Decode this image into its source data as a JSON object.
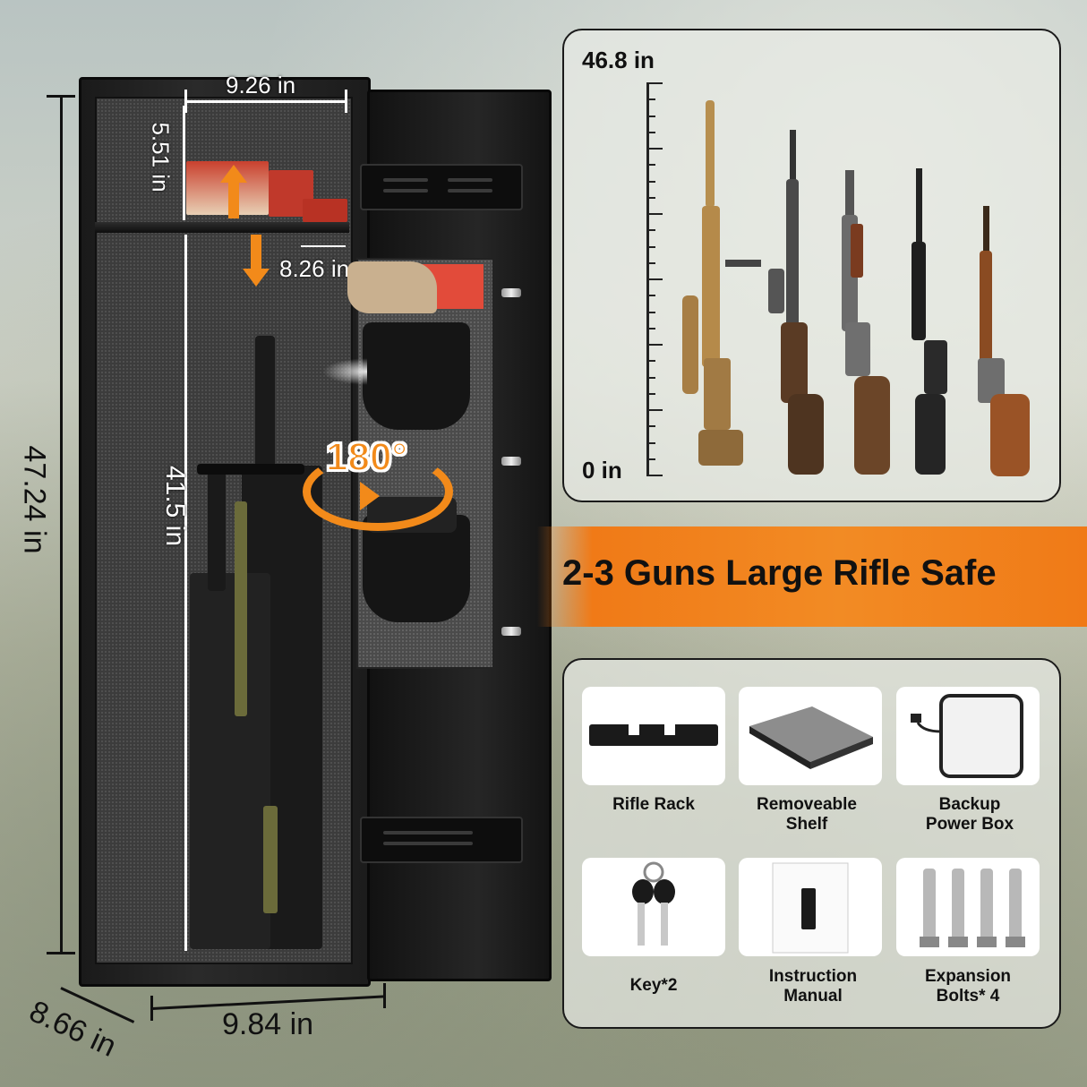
{
  "dimensions": {
    "inner_width": "9.26 in",
    "shelf_height": "5.51 in",
    "shelf_depth": "8.26 in",
    "interior_height": "41.5 in",
    "outer_height": "47.24 in",
    "outer_depth": "8.66 in",
    "outer_width": "9.84 in",
    "door_rotation": "180°"
  },
  "ruler": {
    "top_label": "46.8 in",
    "bottom_label": "0 in"
  },
  "banner": {
    "title": "2-3 Guns Large Rifle Safe"
  },
  "accessories": [
    {
      "label_line1": "Rifle Rack",
      "label_line2": ""
    },
    {
      "label_line1": "Removeable",
      "label_line2": "Shelf"
    },
    {
      "label_line1": "Backup",
      "label_line2": "Power Box"
    },
    {
      "label_line1": "Key*2",
      "label_line2": ""
    },
    {
      "label_line1": "Instruction",
      "label_line2": "Manual"
    },
    {
      "label_line1": "Expansion",
      "label_line2": "Bolts* 4"
    }
  ],
  "colors": {
    "accent_orange": "#f28a1a",
    "safe_black": "#1a1a1a"
  }
}
